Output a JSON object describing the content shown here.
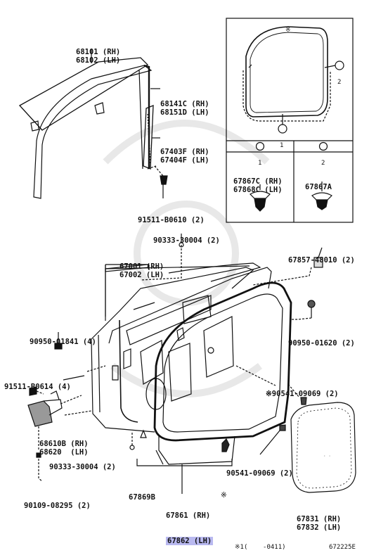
{
  "labels": {
    "p68101": "68101 (RH)",
    "p68102": "68102 (LH)",
    "p68141c": "68141C (RH)",
    "p68151d": "68151D (LH)",
    "p67403f": "67403F (RH)",
    "p67404f": "67404F (LH)",
    "p91511_b0610": "91511-B0610 (2)",
    "p90333_30004_top": "90333-30004 (2)",
    "p67001": "67001 (RH)",
    "p67002": "67002 (LH)",
    "p67857": "67857-48010 (2)",
    "p90950_01841": "90950-01841 (4)",
    "p90950_01620": "90950-01620 (2)",
    "p91511_b0614": "91511-B0614 (4)",
    "p90541_09069_a": "※90541-09069 (2)",
    "p68610b": "68610B (RH)",
    "p68620": "68620  (LH)",
    "p90333_30004_bot": "90333-30004 (2)",
    "p90541_09069_b": "90541-09069 (2)",
    "p90109_08295": "90109-08295 (2)",
    "p67869b": "67869B",
    "p67861": "67861 (RH)",
    "p67862": "67862 (LH)",
    "p67831": "67831 (RH)",
    "p67832": "67832 (LH)"
  },
  "inset": {
    "mark": "※",
    "callout1": "1",
    "callout2": "2",
    "col1_header": "1",
    "col2_header": "2",
    "col1_part_a": "67867C (RH)",
    "col1_part_b": "67868C (LH)",
    "col2_part": "67867A"
  },
  "footer": {
    "note": "※1(    -0411)",
    "diagram_id": "672225E",
    "asterisk": "※"
  },
  "colors": {
    "highlight": "#b9b9f0",
    "line": "#111111"
  }
}
